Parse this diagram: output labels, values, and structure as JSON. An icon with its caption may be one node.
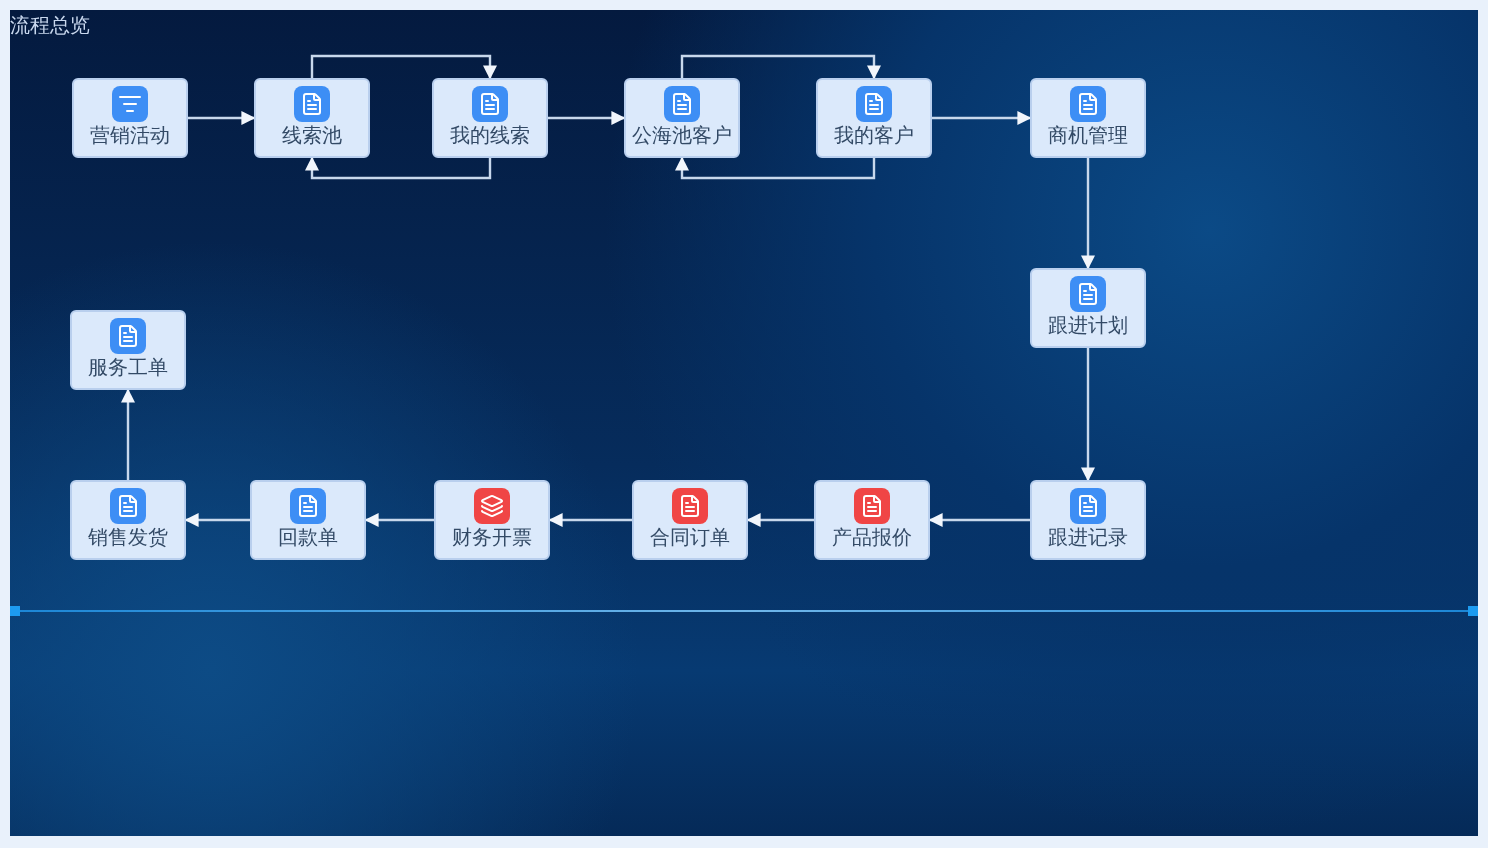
{
  "diagram": {
    "title": "流程总览",
    "nodes": [
      {
        "text": [
          "营销活动"
        ]
      },
      {
        "text": [
          "线索池"
        ]
      },
      {
        "text": [
          "我的线索"
        ]
      },
      {
        "text": [
          "公海池客户"
        ]
      },
      {
        "text": [
          "我的客户"
        ]
      },
      {
        "text": [
          "商机管理"
        ]
      },
      {
        "text": [
          "跟进计划"
        ]
      },
      {
        "text": [
          "跟进记录"
        ]
      },
      {
        "text": [
          "产品报价"
        ]
      },
      {
        "text": [
          "合同订单"
        ]
      },
      {
        "text": [
          "财务开票"
        ]
      },
      {
        "text": [
          "回款单"
        ]
      },
      {
        "text": [
          "销售发货"
        ]
      },
      {
        "text": [
          "服务工单"
        ]
      }
    ],
    "edges": [
      {
        "from": 0,
        "to": 1,
        "arrow": "to"
      },
      {
        "from": 1,
        "to": 2,
        "arrow": "to"
      },
      {
        "from": 2,
        "to": 1,
        "arrow": "to"
      },
      {
        "from": 2,
        "to": 3,
        "arrow": "to"
      },
      {
        "from": 3,
        "to": 4,
        "arrow": "to"
      },
      {
        "from": 4,
        "to": 3,
        "arrow": "to"
      },
      {
        "from": 4,
        "to": 5,
        "arrow": "to"
      },
      {
        "from": 5,
        "to": 6,
        "arrow": "to"
      },
      {
        "from": 6,
        "to": 7,
        "arrow": "to"
      },
      {
        "from": 7,
        "to": 8,
        "arrow": "to"
      },
      {
        "from": 8,
        "to": 9,
        "arrow": "to"
      },
      {
        "from": 9,
        "to": 10,
        "arrow": "to"
      },
      {
        "from": 10,
        "to": 11,
        "arrow": "to"
      },
      {
        "from": 11,
        "to": 12,
        "arrow": "to"
      },
      {
        "from": 12,
        "to": 13,
        "arrow": "to"
      }
    ]
  }
}
